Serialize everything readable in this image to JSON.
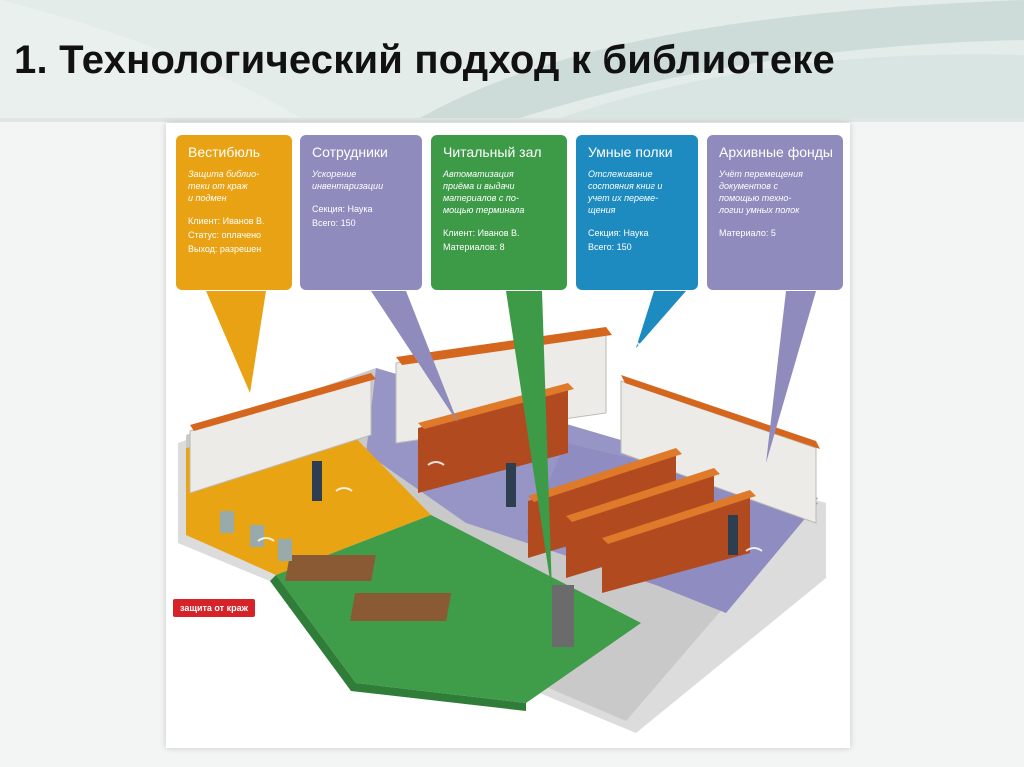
{
  "slide": {
    "title": "1. Технологический подход к библиотеке"
  },
  "colors": {
    "vestibule": "#e8a213",
    "staff": "#8f8bbd",
    "reading": "#3d9a47",
    "smart_shelves": "#1d8bc0",
    "archive": "#8f8bbd",
    "alarm": "#d6232a"
  },
  "callouts": [
    {
      "title": "Вестибюль",
      "desc": [
        "Защита библио-",
        "теки от краж",
        "и подмен"
      ],
      "lines": [
        "Клиент: Иванов В.",
        "Статус: оплачено",
        "Выход: разрешен"
      ]
    },
    {
      "title": "Сотрудники",
      "desc": [
        "Ускорение",
        "инвентаризации"
      ],
      "lines": [
        "Секция: Наука",
        "Всего: 150"
      ]
    },
    {
      "title": "Читальный зал",
      "desc": [
        "Автоматизация",
        "приёма и выдачи",
        "материалов с по-",
        "мощью терминала"
      ],
      "lines": [
        "Клиент: Иванов В.",
        "Материалов: 8"
      ]
    },
    {
      "title": "Умные полки",
      "desc": [
        "Отслеживание",
        "состояния книг и",
        "учет их переме-",
        "щения"
      ],
      "lines": [
        "Секция: Наука",
        "Всего: 150"
      ]
    },
    {
      "title": "Архивные фонды",
      "desc": [
        "Учёт перемещения",
        "документов с",
        "помощью техно-",
        "логии умных полок"
      ],
      "lines": [
        "Материало: 5"
      ]
    }
  ],
  "alarm_badge": "защита от краж"
}
